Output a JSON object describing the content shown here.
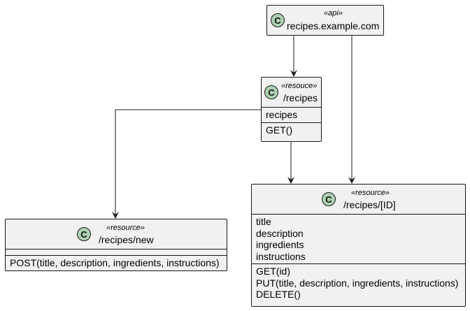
{
  "diagram": {
    "classes": {
      "api": {
        "stereotype": "«api»",
        "name": "recipes.example.com",
        "icon": "C"
      },
      "recipes": {
        "stereotype": "«resouce»",
        "name": "/recipes",
        "icon": "C",
        "fields": [
          "recipes"
        ],
        "methods": [
          "GET()"
        ]
      },
      "recipe_new": {
        "stereotype": "«resource»",
        "name": "/recipes/new",
        "icon": "C",
        "fields": [],
        "methods": [
          "POST(title, description, ingredients, instructions)"
        ]
      },
      "recipe_id": {
        "stereotype": "«resource»",
        "name": "/recipes/[ID]",
        "icon": "C",
        "fields": [
          "title",
          "description",
          "ingredients",
          "instructions"
        ],
        "methods": [
          "GET(id)",
          "PUT(title, description, ingredients, instructions)",
          "DELETE()"
        ]
      }
    },
    "edges": [
      {
        "from": "recipes.example.com",
        "to": "/recipes"
      },
      {
        "from": "recipes.example.com",
        "to": "/recipes/[ID]"
      },
      {
        "from": "/recipes",
        "to": "/recipes/new"
      },
      {
        "from": "/recipes",
        "to": "/recipes/[ID]"
      }
    ],
    "colors": {
      "class_fill": "#f1f1f1",
      "border": "#181818",
      "icon_fill": "#add1b2"
    }
  }
}
